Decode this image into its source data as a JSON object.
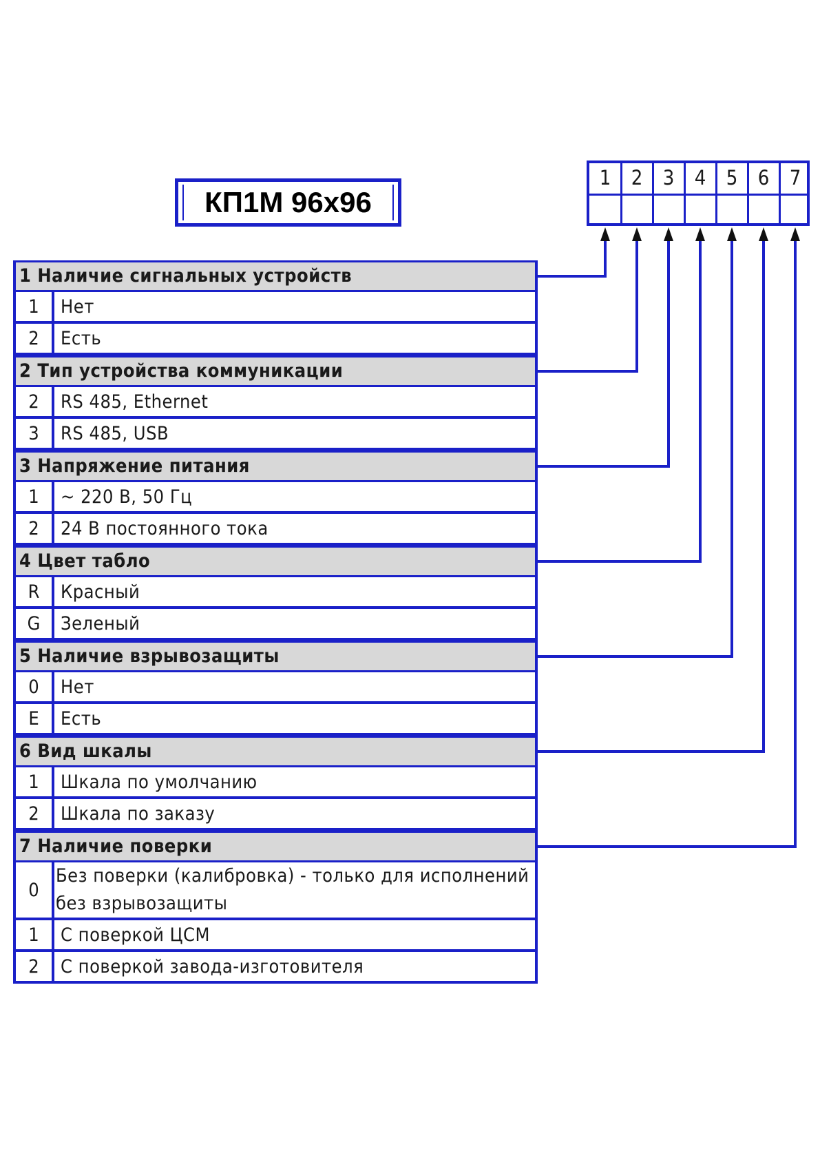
{
  "title": "КП1М 96x96",
  "code_positions": [
    "1",
    "2",
    "3",
    "4",
    "5",
    "6",
    "7"
  ],
  "colors": {
    "line": "#1a20c8",
    "header_fill": "#d8d8d8"
  },
  "groups": [
    {
      "header": "1 Наличие сигнальных устройств",
      "options": [
        {
          "code": "1",
          "text": "Нет"
        },
        {
          "code": "2",
          "text": "Есть"
        }
      ]
    },
    {
      "header": "2 Тип устройства коммуникации",
      "options": [
        {
          "code": "2",
          "text": "RS 485, Ethernet"
        },
        {
          "code": "3",
          "text": "RS 485, USB"
        }
      ]
    },
    {
      "header": "3 Напряжение питания",
      "options": [
        {
          "code": "1",
          "text": "~ 220 В, 50 Гц"
        },
        {
          "code": "2",
          "text": "24 В постоянного тока"
        }
      ]
    },
    {
      "header": "4 Цвет табло",
      "options": [
        {
          "code": "R",
          "text": "Красный"
        },
        {
          "code": "G",
          "text": "Зеленый"
        }
      ]
    },
    {
      "header": "5 Наличие взрывозащиты",
      "options": [
        {
          "code": "0",
          "text": "Нет"
        },
        {
          "code": "E",
          "text": "Есть"
        }
      ]
    },
    {
      "header": "6 Вид шкалы",
      "options": [
        {
          "code": "1",
          "text": "Шкала по умолчанию"
        },
        {
          "code": "2",
          "text": "Шкала по заказу"
        }
      ]
    },
    {
      "header": "7 Наличие поверки",
      "options": [
        {
          "code": "0",
          "text": "Без поверки (калибровка) - только для исполнений без взрывозащиты"
        },
        {
          "code": "1",
          "text": "С поверкой ЦСМ"
        },
        {
          "code": "2",
          "text": "С поверкой завода-изготовителя"
        }
      ]
    }
  ]
}
